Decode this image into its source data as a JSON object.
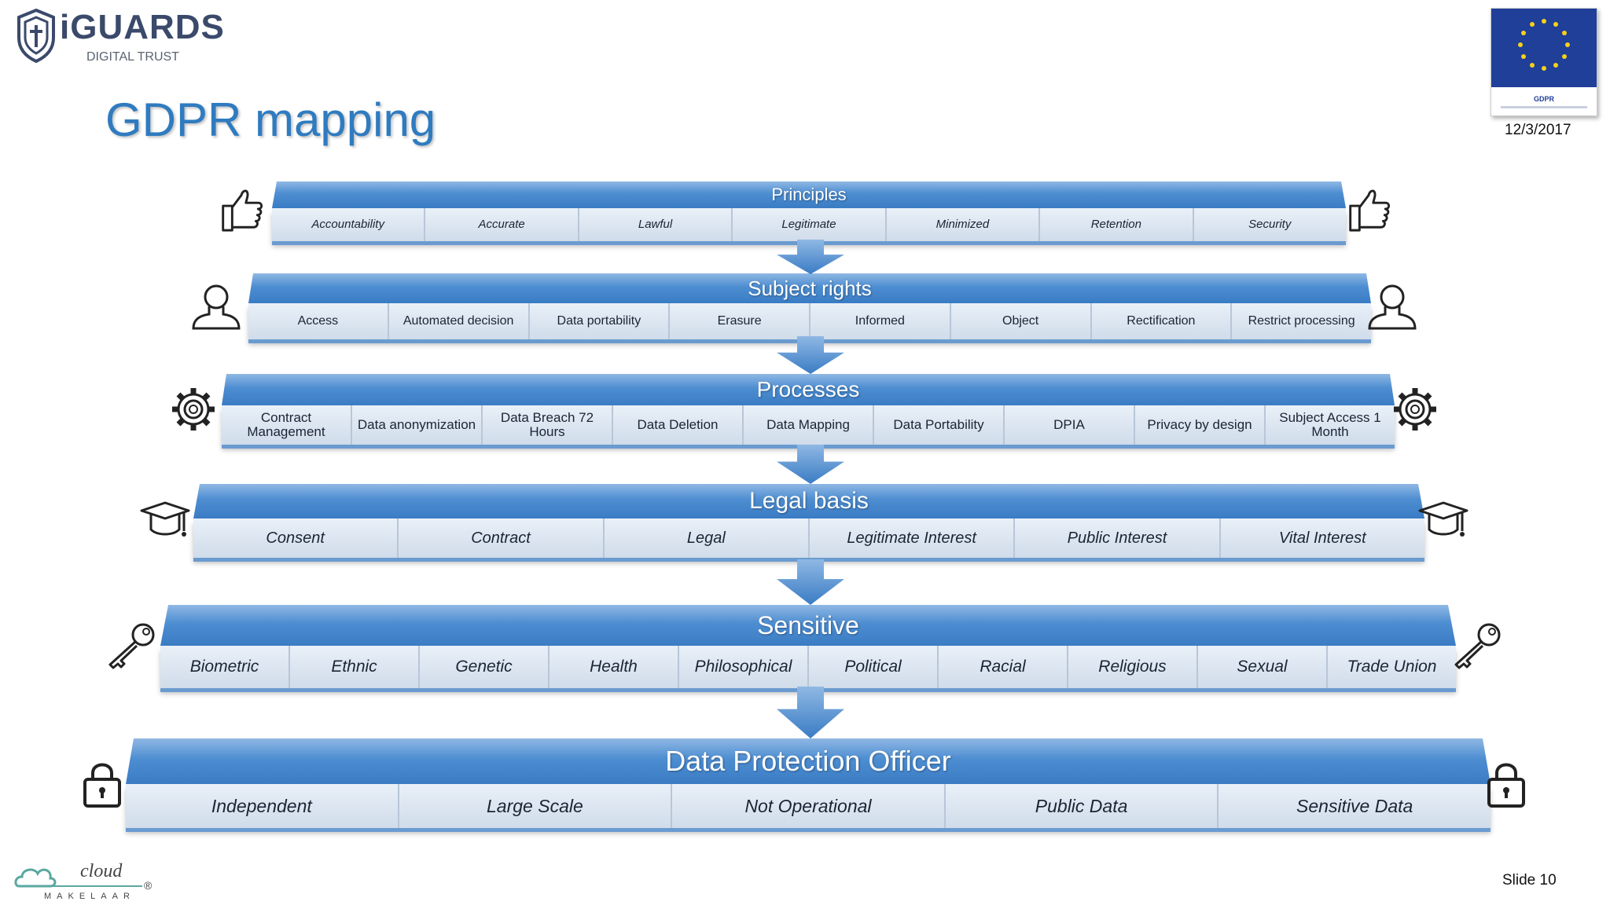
{
  "brand": {
    "name": "iGUARDS",
    "tagline": "DIGITAL TRUST"
  },
  "title": "GDPR mapping",
  "badge": {
    "flag_text": "GDPR"
  },
  "date": "12/3/2017",
  "slide_number": "Slide 10",
  "footer_logo": {
    "text": "cloud",
    "subtext": "MAKELAAR",
    "mark": "®"
  },
  "colors": {
    "title": "#2f7bc0",
    "band": "#4d8dd1",
    "row": "#dde6f1"
  },
  "layers": [
    {
      "heading": "Principles",
      "icon": "thumbs-up-icon",
      "items": [
        "Accountability",
        "Accurate",
        "Lawful",
        "Legitimate",
        "Minimized",
        "Retention",
        "Security"
      ]
    },
    {
      "heading": "Subject rights",
      "icon": "person-icon",
      "items": [
        "Access",
        "Automated decision",
        "Data portability",
        "Erasure",
        "Informed",
        "Object",
        "Rectification",
        "Restrict processing"
      ]
    },
    {
      "heading": "Processes",
      "icon": "gear-icon",
      "items": [
        "Contract Management",
        "Data anonymization",
        "Data Breach 72 Hours",
        "Data Deletion",
        "Data Mapping",
        "Data Portability",
        "DPIA",
        "Privacy by design",
        "Subject Access 1 Month"
      ]
    },
    {
      "heading": "Legal basis",
      "icon": "graduation-cap-icon",
      "items": [
        "Consent",
        "Contract",
        "Legal",
        "Legitimate Interest",
        "Public Interest",
        "Vital Interest"
      ]
    },
    {
      "heading": "Sensitive",
      "icon": "key-icon",
      "items": [
        "Biometric",
        "Ethnic",
        "Genetic",
        "Health",
        "Philosophical",
        "Political",
        "Racial",
        "Religious",
        "Sexual",
        "Trade Union"
      ]
    },
    {
      "heading": "Data Protection Officer",
      "icon": "lock-icon",
      "items": [
        "Independent",
        "Large Scale",
        "Not Operational",
        "Public Data",
        "Sensitive Data"
      ]
    }
  ]
}
